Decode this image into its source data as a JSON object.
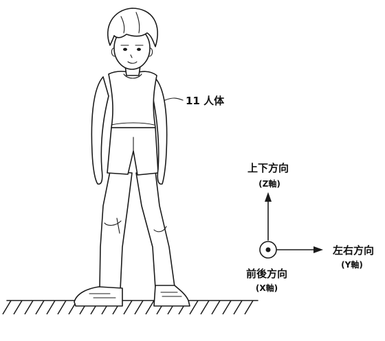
{
  "labels": {
    "human_ref": "11 人体",
    "z_main": "上下方向",
    "z_sub": "(Z軸)",
    "y_main": "左右方向",
    "y_sub": "(Y軸)",
    "x_main": "前後方向",
    "x_sub": "(X軸)"
  }
}
